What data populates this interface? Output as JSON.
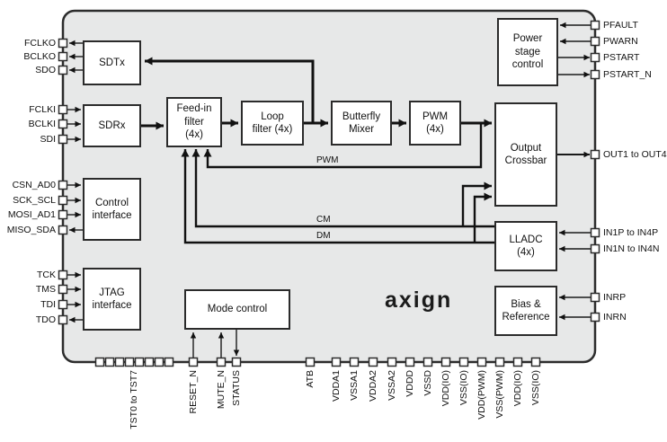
{
  "diagram": {
    "logo": "axign",
    "blocks": {
      "sdtx": "SDTx",
      "sdrx": "SDRx",
      "control_interface": "Control\ninterface",
      "jtag_interface": "JTAG\ninterface",
      "feed_in_filter": "Feed-in\nfilter\n(4x)",
      "loop_filter": "Loop\nfilter (4x)",
      "butterfly_mixer": "Butterfly\nMixer",
      "pwm": "PWM\n(4x)",
      "output_crossbar": "Output\nCrossbar",
      "power_stage_control": "Power\nstage\ncontrol",
      "lladc": "LLADC\n(4x)",
      "bias_reference": "Bias &\nReference",
      "mode_control": "Mode control"
    },
    "signal_labels": {
      "pwm": "PWM",
      "cm": "CM",
      "dm": "DM"
    },
    "pins": {
      "left": [
        "FCLKO",
        "BCLKO",
        "SDO",
        "FCLKI",
        "BCLKI",
        "SDI",
        "CSN_AD0",
        "SCK_SCL",
        "MOSI_AD1",
        "MISO_SDA",
        "TCK",
        "TMS",
        "TDI",
        "TDO"
      ],
      "right": [
        "PFAULT",
        "PWARN",
        "PSTART",
        "PSTART_N",
        "OUT1 to OUT4",
        "IN1P to IN4P",
        "IN1N to IN4N",
        "INRP",
        "INRN"
      ],
      "bottom": [
        "TST0 to TST7",
        "RESET_N",
        "MUTE_N",
        "STATUS",
        "ATB",
        "VDDA1",
        "VSSA1",
        "VDDA2",
        "VSSA2",
        "VDDD",
        "VSSD",
        "VDD(IO)",
        "VSS(IO)",
        "VDD(PWM)",
        "VSS(PWM)",
        "VDD(IO)",
        "VSS(IO)"
      ]
    }
  }
}
